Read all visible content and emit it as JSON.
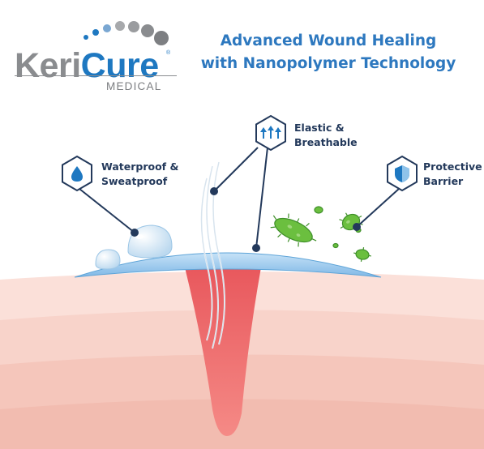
{
  "brand": {
    "name_part1": "Keri",
    "name_part2": "Cure",
    "registered_mark": "®",
    "tagline": "MEDICAL"
  },
  "headline": {
    "line1": "Advanced Wound Healing",
    "line2": "with Nanopolymer Technology"
  },
  "callouts": {
    "waterproof": {
      "line1": "Waterproof &",
      "line2": "Sweatproof",
      "icon": "water-drop-icon"
    },
    "elastic": {
      "line1": "Elastic &",
      "line2": "Breathable",
      "icon": "up-arrows-icon"
    },
    "barrier": {
      "line1": "Protective",
      "line2": "Barrier",
      "icon": "shield-icon"
    }
  },
  "colors": {
    "brand_blue": "#1e78c1",
    "brand_gray": "#8a8c8f",
    "headline_blue": "#2d78bf",
    "label_navy": "#23395b",
    "film_blue": "#8fc3ea",
    "skin_pink": "#f7c9c0",
    "wound_red": "#f06a6a",
    "bacteria_green": "#6bbf3f"
  }
}
